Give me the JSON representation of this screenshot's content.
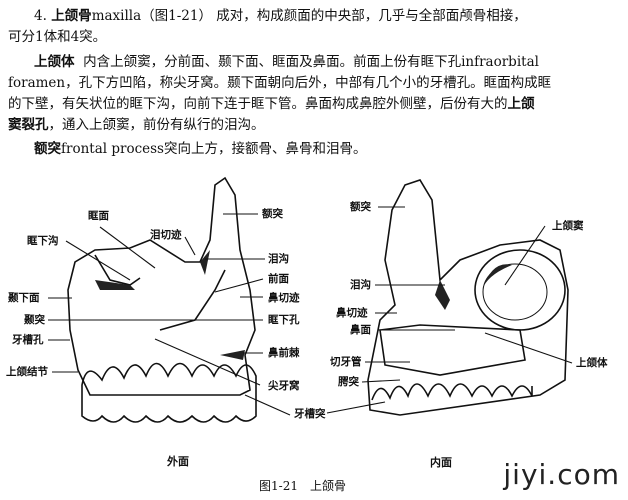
{
  "text": {
    "line1": {
      "num": "4.",
      "bold": "上颌骨",
      "rest": "maxilla（图1-21） 成对，构成颜面的中央部，几乎与全部面颅骨相接，"
    },
    "line2": "可分1体和4突。",
    "p2": {
      "bold": "上颌体",
      "l1": "内含上颌窦，分前面、颞下面、眶面及鼻面。前面上份有眶下孔infraorbital",
      "l2": "foramen，孔下方凹陷，称尖牙窝。颞下面朝向后外，中部有几个小的牙槽孔。眶面构成眶",
      "l3a": "的下壁，有矢状位的眶下沟，向前下连于眶下管。鼻面构成鼻腔外侧壁，后份有大的",
      "l3b": "上颌",
      "l4a": "窦裂孔",
      "l4b": "，通入上颌窦，前份有纵行的泪沟。"
    },
    "p3": {
      "bold": "额突",
      "rest": "frontal process突向上方，接额骨、鼻骨和泪骨。"
    }
  },
  "figure": {
    "left": {
      "caption": "外面",
      "labels": [
        "眶面",
        "泪切迹",
        "额突",
        "眶下沟",
        "泪沟",
        "前面",
        "颞下面",
        "鼻切迹",
        "颞突",
        "眶下孔",
        "牙槽孔",
        "鼻前棘",
        "上颌结节",
        "尖牙窝",
        "牙槽突"
      ]
    },
    "right": {
      "caption": "内面",
      "labels": [
        "额突",
        "上颌窦",
        "泪沟",
        "鼻切迹",
        "鼻面",
        "切牙管",
        "腭突",
        "上颌体"
      ]
    },
    "caption": "图1-21　上颌骨"
  },
  "watermark": "jiyi.com"
}
